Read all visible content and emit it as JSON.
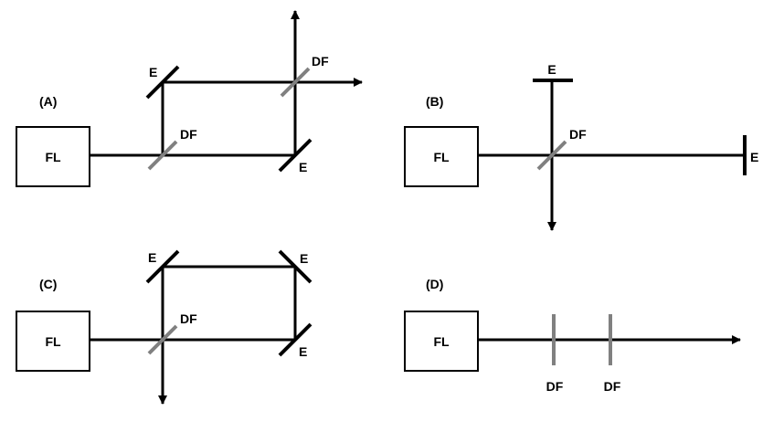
{
  "panels": {
    "a": {
      "label": "(A)",
      "laser": "FL",
      "splitter_in": "DF",
      "splitter_out": "DF",
      "mirror_top": "E",
      "mirror_bottom": "E"
    },
    "b": {
      "label": "(B)",
      "laser": "FL",
      "splitter": "DF",
      "mirror_top": "E",
      "mirror_right": "E"
    },
    "c": {
      "label": "(C)",
      "laser": "FL",
      "splitter": "DF",
      "mirror_top_left": "E",
      "mirror_top_right": "E",
      "mirror_bottom_right": "E"
    },
    "d": {
      "label": "(D)",
      "laser": "FL",
      "filter_1": "DF",
      "filter_2": "DF"
    }
  },
  "colors": {
    "beam": "#000000",
    "mirror": "#000000",
    "splitter": "#808080"
  }
}
